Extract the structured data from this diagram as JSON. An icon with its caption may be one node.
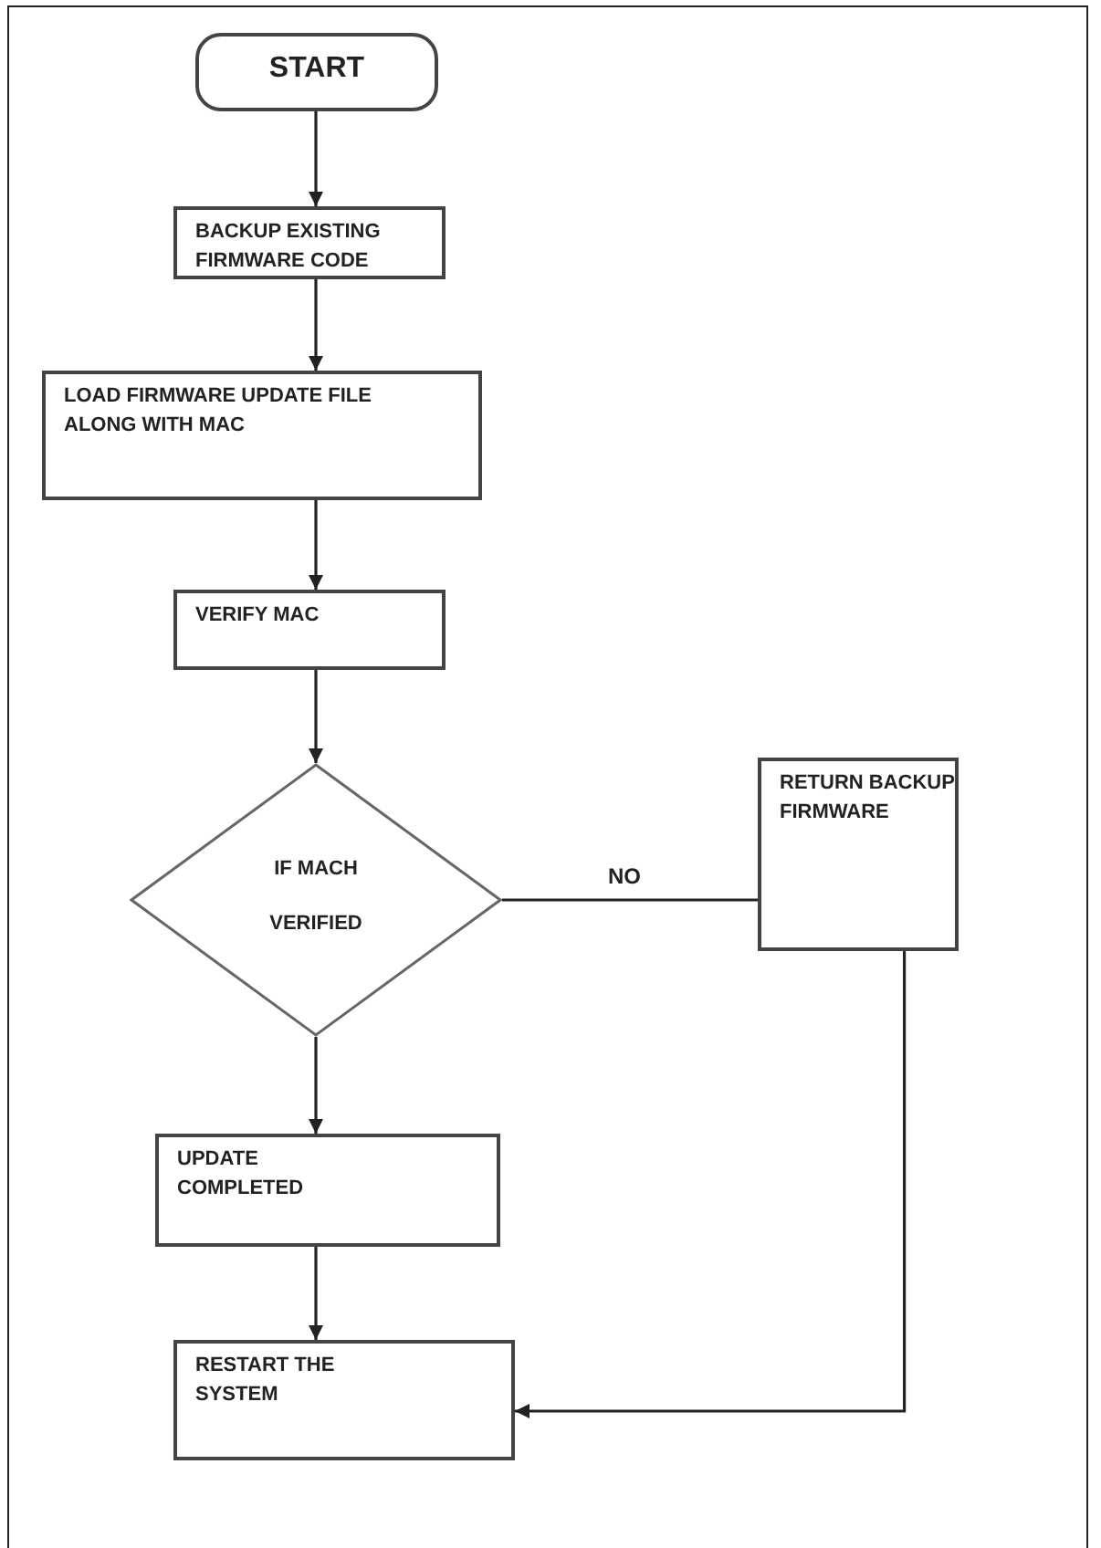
{
  "diagram": {
    "nodes": [
      {
        "text": [
          "START"
        ]
      },
      {
        "text": [
          "BACKUP EXISTING FIRMWARE CODE"
        ]
      },
      {
        "text": [
          "LOAD FIRMWARE UPDATE FILE ALONG WITH MAC"
        ]
      },
      {
        "text": [
          "VERIFY MAC"
        ]
      },
      {
        "text": [
          "IF MACH",
          "VERIFIED"
        ]
      },
      {
        "text": [
          "RETURN BACKUP FIRMWARE"
        ]
      },
      {
        "text": [
          "UPDATE COMPLETED"
        ]
      },
      {
        "text": [
          "RESTART THE SYSTEM"
        ]
      }
    ],
    "edges": [
      {
        "from": 0,
        "to": 1,
        "arrow": "to"
      },
      {
        "from": 1,
        "to": 2,
        "arrow": "to"
      },
      {
        "from": 2,
        "to": 3,
        "arrow": "to"
      },
      {
        "from": 3,
        "to": 4,
        "arrow": "to"
      },
      {
        "from": 4,
        "to": 5,
        "arrow": "none",
        "label": "NO"
      },
      {
        "from": 4,
        "to": 6,
        "arrow": "to"
      },
      {
        "from": 6,
        "to": 7,
        "arrow": "to"
      },
      {
        "from": 5,
        "to": 7,
        "arrow": "to"
      }
    ]
  }
}
